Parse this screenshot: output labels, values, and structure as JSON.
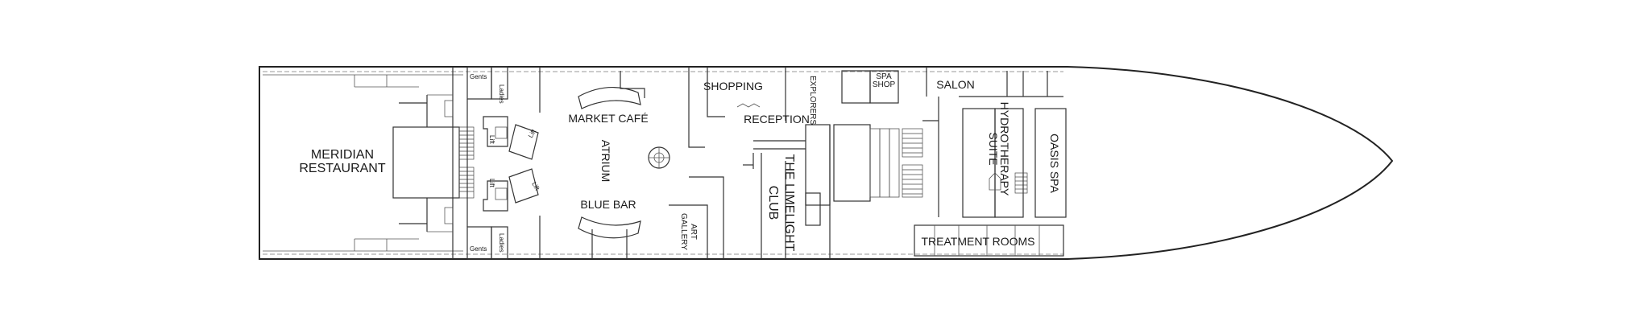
{
  "labels": {
    "meridian_restaurant_line1": "MERIDIAN",
    "meridian_restaurant_line2": "RESTAURANT",
    "gents_top": "Gents",
    "ladies_top": "Ladies",
    "gents_bottom": "Gents",
    "ladies_bottom": "Ladies",
    "market_cafe": "MARKET CAFÉ",
    "atrium": "ATRIUM",
    "blue_bar": "BLUE BAR",
    "shopping": "SHOPPING",
    "reception": "RECEPTION",
    "explorers": "EXPLORERS",
    "limelight_club_line1": "THE LIMELIGHT",
    "limelight_club_line2": "CLUB",
    "art_gallery_line1": "ART",
    "art_gallery_line2": "GALLERY",
    "spa_shop_line1": "SPA",
    "spa_shop_line2": "SHOP",
    "salon": "SALON",
    "hydrotherapy_line1": "HYDROTHERAPY",
    "hydrotherapy_line2": "SUITE",
    "oasis_spa": "OASIS SPA",
    "treatment_rooms": "TREATMENT ROOMS",
    "lift": "Lift"
  }
}
